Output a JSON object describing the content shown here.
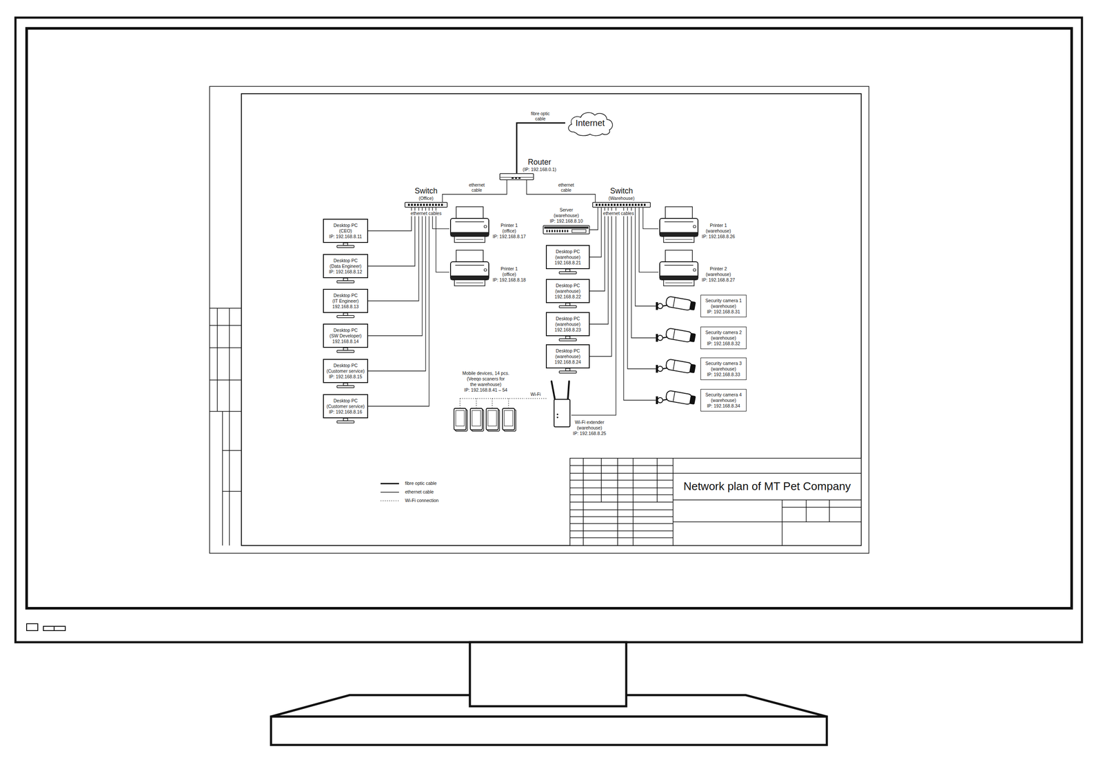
{
  "diagram": {
    "title": "Network plan of MT Pet Company",
    "nodes": [
      {
        "text": [
          "Internet"
        ]
      },
      {
        "text": [
          "Router",
          "(IP: 192.168.0.1)"
        ]
      },
      {
        "text": [
          "Switch",
          "(Office)"
        ]
      },
      {
        "text": [
          "Switch",
          "(Warehouse)"
        ]
      },
      {
        "text": [
          "Desktop PC",
          "(CEO)",
          "IP: 192.168.8.11"
        ]
      },
      {
        "text": [
          "Desktop PC",
          "(Data Engineer)",
          "IP: 192.168.8.12"
        ]
      },
      {
        "text": [
          "Desktop PC",
          "(IT Engineer)",
          "192.168.8.13"
        ]
      },
      {
        "text": [
          "Desktop PC",
          "(SW Developer)",
          "192.168.8.14"
        ]
      },
      {
        "text": [
          "Desktop PC",
          "(Customer service)",
          "IP: 192.168.8.15"
        ]
      },
      {
        "text": [
          "Desktop PC",
          "(Customer service)",
          "IP: 192.168.8.16"
        ]
      },
      {
        "text": [
          "Printer 1",
          "(office)",
          "IP: 192.168.8.17"
        ]
      },
      {
        "text": [
          "Printer 1",
          "(office)",
          "IP: 192.168.8.18"
        ]
      },
      {
        "text": [
          "Server",
          "(warehouse)",
          "IP: 192.168.8.10"
        ]
      },
      {
        "text": [
          "Desktop PC",
          "(warehouse)",
          "192.168.8.21"
        ]
      },
      {
        "text": [
          "Desktop PC",
          "(warehouse)",
          "192.168.8.22"
        ]
      },
      {
        "text": [
          "Desktop PC",
          "(warehouse)",
          "192.168.8.23"
        ]
      },
      {
        "text": [
          "Desktop PC",
          "(warehouse)",
          "192.168.8.24"
        ]
      },
      {
        "text": [
          "Printer 1",
          "(warehouse)",
          "IP: 192.168.8.26"
        ]
      },
      {
        "text": [
          "Printer 2",
          "(warehouse)",
          "IP: 192.168.8.27"
        ]
      },
      {
        "text": [
          "Security camera 1",
          "(warehouse)",
          "IP: 192.168.8.31"
        ]
      },
      {
        "text": [
          "Security camera 2",
          "(warehouse)",
          "IP: 192.168.8.32"
        ]
      },
      {
        "text": [
          "Security camera 3",
          "(warehouse)",
          "IP: 192.168.8.33"
        ]
      },
      {
        "text": [
          "Security camera 4",
          "(warehouse)",
          "IP: 192.168.8.34"
        ]
      },
      {
        "text": [
          "Mobile devices, 14 pcs.",
          "(Veeqo scaners for the warehouse)",
          "IP: 192.168.8.41 – 54"
        ]
      },
      {
        "text": [
          "Wi-Fi extender",
          "(warehouse)",
          "IP: 192.168.8.25"
        ]
      }
    ],
    "edges": [
      {
        "from": 0,
        "to": 1,
        "arrow": "none",
        "label": "fibre optic cable"
      },
      {
        "from": 1,
        "to": 2,
        "arrow": "none",
        "label": "ethernet cable"
      },
      {
        "from": 1,
        "to": 3,
        "arrow": "none",
        "label": "ethernet cable"
      },
      {
        "from": 2,
        "to": 4,
        "arrow": "none"
      },
      {
        "from": 2,
        "to": 5,
        "arrow": "none"
      },
      {
        "from": 2,
        "to": 6,
        "arrow": "none"
      },
      {
        "from": 2,
        "to": 7,
        "arrow": "none"
      },
      {
        "from": 2,
        "to": 8,
        "arrow": "none"
      },
      {
        "from": 2,
        "to": 9,
        "arrow": "none"
      },
      {
        "from": 2,
        "to": 10,
        "arrow": "none"
      },
      {
        "from": 2,
        "to": 11,
        "arrow": "none"
      },
      {
        "from": 3,
        "to": 12,
        "arrow": "none"
      },
      {
        "from": 3,
        "to": 13,
        "arrow": "none"
      },
      {
        "from": 3,
        "to": 14,
        "arrow": "none"
      },
      {
        "from": 3,
        "to": 15,
        "arrow": "none"
      },
      {
        "from": 3,
        "to": 16,
        "arrow": "none"
      },
      {
        "from": 3,
        "to": 17,
        "arrow": "none"
      },
      {
        "from": 3,
        "to": 18,
        "arrow": "none"
      },
      {
        "from": 3,
        "to": 19,
        "arrow": "none"
      },
      {
        "from": 3,
        "to": 20,
        "arrow": "none"
      },
      {
        "from": 3,
        "to": 21,
        "arrow": "none"
      },
      {
        "from": 3,
        "to": 22,
        "arrow": "none"
      },
      {
        "from": 3,
        "to": 24,
        "arrow": "none"
      },
      {
        "from": 24,
        "to": 23,
        "arrow": "none",
        "label": "Wi-Fi"
      }
    ],
    "labels": [
      "ethernet cables",
      "ethernet cables"
    ],
    "legend": [
      {
        "text": "fibre optic cable"
      },
      {
        "text": "ethernet cable"
      },
      {
        "text": "Wi-Fi connection"
      }
    ]
  }
}
